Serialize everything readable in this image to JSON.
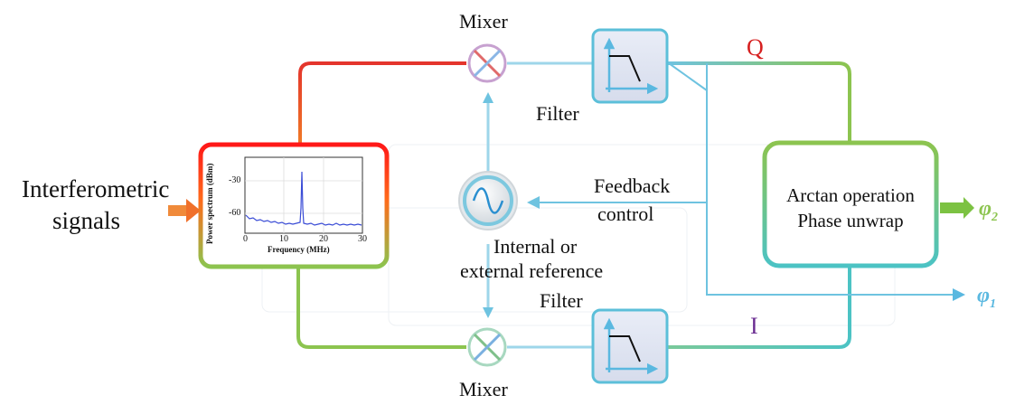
{
  "input": {
    "line1": "Interferometric",
    "line2": "signals"
  },
  "mixer_top": {
    "label": "Mixer"
  },
  "mixer_bottom": {
    "label": "Mixer"
  },
  "filter_top": {
    "label": "Filter"
  },
  "filter_bottom": {
    "label": "Filter"
  },
  "q_label": "Q",
  "i_label": "I",
  "feedback": {
    "line1": "Feedback",
    "line2": "control"
  },
  "reference": {
    "line1": "Internal or",
    "line2": "external reference"
  },
  "arctan": {
    "line1": "Arctan operation",
    "line2": "Phase unwrap"
  },
  "outputs": {
    "phi2_sym": "φ",
    "phi2_sub": "2",
    "phi1_sym": "φ",
    "phi1_sub": "1"
  },
  "colors": {
    "red": "#e23a2a",
    "green": "#8cc44f",
    "blue": "#6ec3e0",
    "q": "#d62020",
    "i": "#6a2c91"
  },
  "spectrum": {
    "ylabel": "Power spectrum (dBm)",
    "xlabel": "Frequency (MHz)",
    "yticks": [
      "-30",
      "-60"
    ],
    "xticks": [
      "0",
      "10",
      "20",
      "30"
    ]
  }
}
